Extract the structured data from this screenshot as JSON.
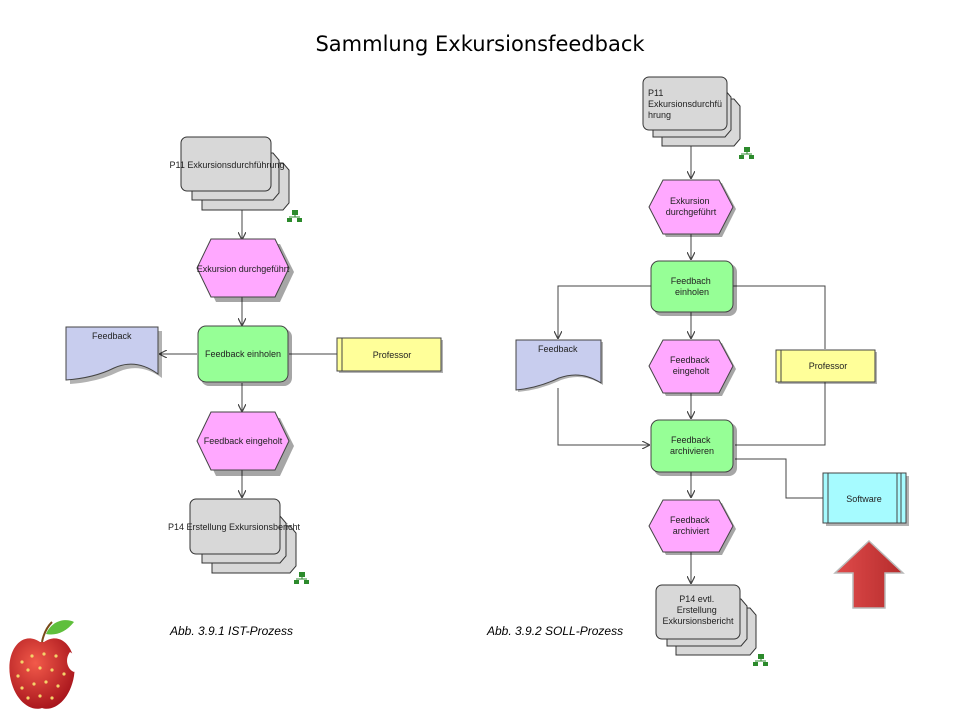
{
  "title": "Sammlung Exkursionsfeedback",
  "colors": {
    "event": "#ffa8ff",
    "function": "#96ff96",
    "process": "#d8d8d8",
    "document": "#c8cdee",
    "role": "#ffff99",
    "system": "#a6fbff",
    "arrow_highlight": "#d23b3b",
    "connector": "#444444"
  },
  "ist": {
    "caption": "Abb. 3.9.1 IST-Prozess",
    "process_start": "P11 Exkursionsdurchführung",
    "event_1": "Exkursion durchgeführt",
    "function": "Feedback einholen",
    "document": "Feedback",
    "role": "Professor",
    "event_2": "Feedback eingeholt",
    "process_end": "P14 Erstellung Exkursionsbericht"
  },
  "soll": {
    "caption": "Abb. 3.9.2  SOLL-Prozess",
    "process_start": [
      "P11",
      "Exkursionsdurchfü",
      "hrung"
    ],
    "event_1": [
      "Exkursion",
      "durchgeführt"
    ],
    "function_1": [
      "Feedbach",
      "einholen"
    ],
    "event_2": [
      "Feedback",
      "eingeholt"
    ],
    "document": "Feedback",
    "role": "Professor",
    "function_2": [
      "Feedback",
      "archivieren"
    ],
    "system": "Software",
    "event_3": [
      "Feedback",
      "archiviert"
    ],
    "process_end": [
      "P14 evtl.",
      "Erstellung",
      "Exkursionsbericht"
    ]
  },
  "logo_icon": "strawberry-apple-icon",
  "highlight_icon": "up-arrow-icon"
}
